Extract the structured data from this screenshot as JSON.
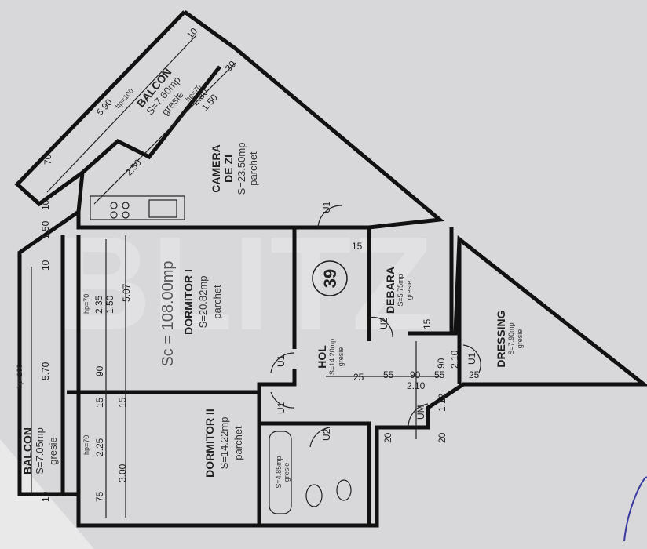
{
  "watermark": "BLITZ",
  "apartment_number": "39",
  "total_area": "Sc = 108.00mp",
  "rooms": {
    "balcon_top": {
      "name": "BALCON",
      "area": "S=7.60mp",
      "floor": "gresie",
      "hp": "hp=100"
    },
    "camera_de_zi": {
      "name": "CAMERA",
      "name2": "DE ZI",
      "area": "S=23.50mp",
      "floor": "parchet"
    },
    "dormitor_1": {
      "name": "DORMITOR I",
      "area": "S=20.82mp",
      "floor": "parchet"
    },
    "dormitor_2": {
      "name": "DORMITOR II",
      "area": "S=14.22mp",
      "floor": "parchet"
    },
    "balcon_left": {
      "name": "BALCON",
      "area": "S=7.05mp",
      "floor": "gresie",
      "hp": "hp=100"
    },
    "hol": {
      "name": "HOL",
      "area": "S=14.20mp",
      "floor": "gresie"
    },
    "debara": {
      "name": "DEBARA",
      "area": "S=5.75mp",
      "floor": "gresie"
    },
    "dressing": {
      "name": "DRESSING",
      "area": "S=7.90mp",
      "floor": "gresie"
    },
    "baie": {
      "area": "S=4.85mp",
      "floor": "gresie"
    }
  },
  "doors": {
    "u1": "U1",
    "u2": "U2",
    "um": "UM"
  },
  "dimensions": {
    "d590": "5.90",
    "d10a": "10",
    "d30": "30",
    "hp70a": "hp=70",
    "d280": "2.80",
    "d150a": "1.50",
    "d70": "70",
    "d250": "2.50",
    "d10b": "10",
    "d150b": "1.50",
    "d10c": "10",
    "hp70b": "hp=70",
    "d235": "2.35",
    "d150c": "1.50",
    "d507": "5.07",
    "d90a": "90",
    "d570": "5.70",
    "d15a": "15",
    "d15b": "15",
    "hp70c": "hp=70",
    "d225": "2.25",
    "d300": "3.00",
    "d75": "75",
    "d10d": "10",
    "d15c": "15",
    "d15d": "15",
    "d25a": "25",
    "d55a": "55",
    "d90b": "90",
    "d210a": "2.10",
    "d55b": "55",
    "d90c": "90",
    "d210b": "2.10",
    "d25b": "25",
    "d112": "1.12",
    "d20a": "20",
    "d20b": "20"
  }
}
